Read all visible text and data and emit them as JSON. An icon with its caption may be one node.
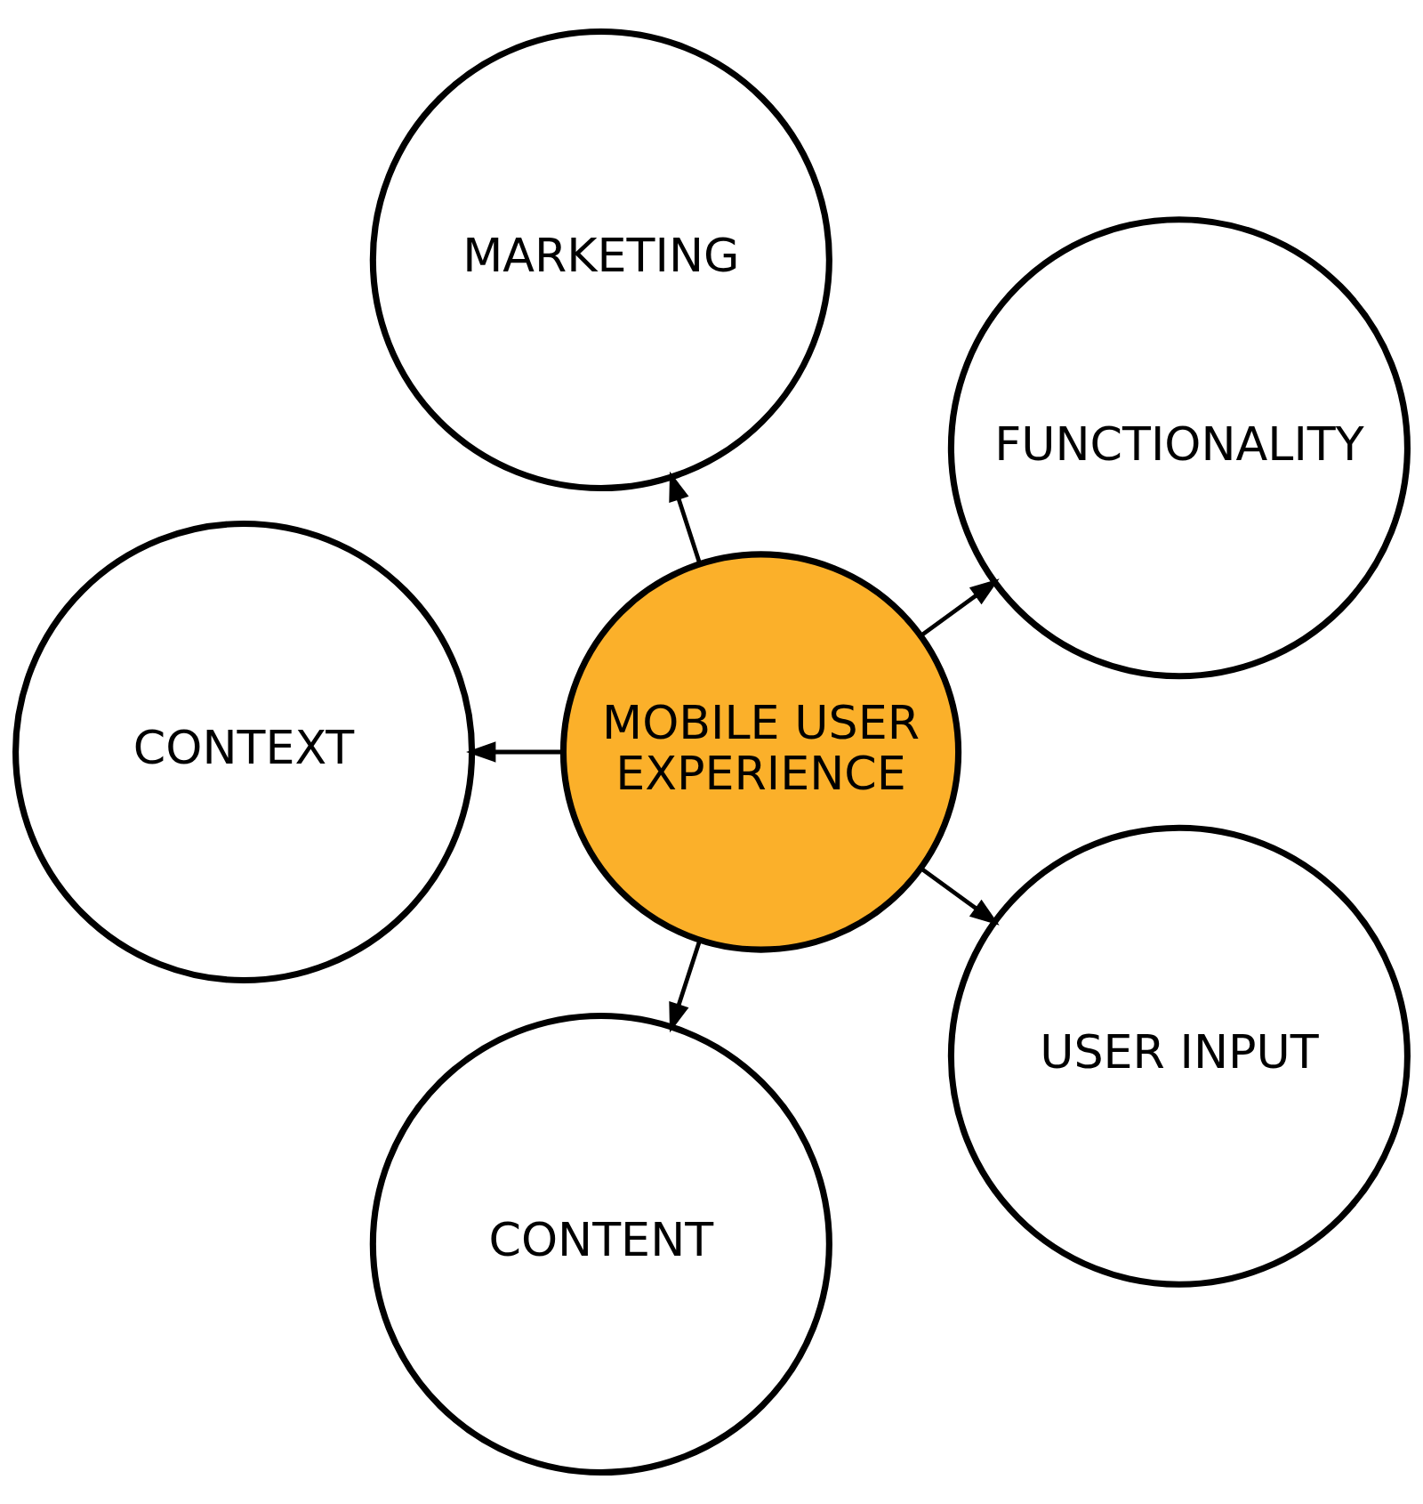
{
  "diagram": {
    "nodes": [
      {
        "text": [
          "FUNCTIONALITY"
        ]
      },
      {
        "text": [
          "MARKETING"
        ]
      },
      {
        "text": [
          "MOBILE USER EXPERIENCE"
        ]
      },
      {
        "text": [
          "CONTEXT"
        ]
      },
      {
        "text": [
          "CONTENT"
        ]
      },
      {
        "text": [
          "USER INPUT"
        ]
      }
    ],
    "edges": [
      {
        "from": 2,
        "to": 0,
        "arrow": "to"
      },
      {
        "from": 2,
        "to": 3,
        "arrow": "to"
      },
      {
        "from": 2,
        "to": 5,
        "arrow": "to"
      },
      {
        "from": 2,
        "to": 4,
        "arrow": "to"
      },
      {
        "from": 2,
        "to": 1,
        "arrow": "to"
      }
    ]
  }
}
